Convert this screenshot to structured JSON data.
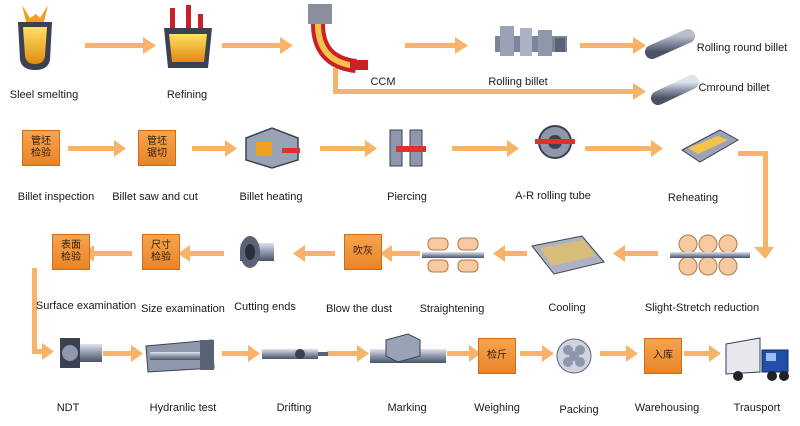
{
  "diagram": {
    "top_row": {
      "steps": [
        "Sleel smelting",
        "Refining",
        "CCM",
        "Rolling billet"
      ],
      "outputs": [
        "Rolling round billet",
        "Cmround billet"
      ]
    },
    "row2": [
      "Billet inspection",
      "Billet saw and cut",
      "Billet heating",
      "Piercing",
      "A-R rolling tube",
      "Reheating"
    ],
    "row3": [
      "Surface examination",
      "Size examination",
      "Cutting ends",
      "Blow the dust",
      "Straightening",
      "Cooling",
      "Slight-Stretch reduction"
    ],
    "row4": [
      "NDT",
      "Hydranlic test",
      "Drifting",
      "Marking",
      "Weighing",
      "Packing",
      "Warehousing",
      "Trausport"
    ],
    "box_texts": {
      "billet_inspection": "管坯\n检验",
      "billet_saw": "管坯\n锯切",
      "surface_exam": "表面\n检验",
      "size_exam": "尺寸\n检验",
      "blow_dust": "吹灰",
      "weighing": "检斤",
      "warehousing": "入库"
    },
    "colors": {
      "arrow": "#f7b36a",
      "box": "#ee8c34",
      "machine": "#9aa3b6",
      "dark": "#3b4150"
    }
  }
}
